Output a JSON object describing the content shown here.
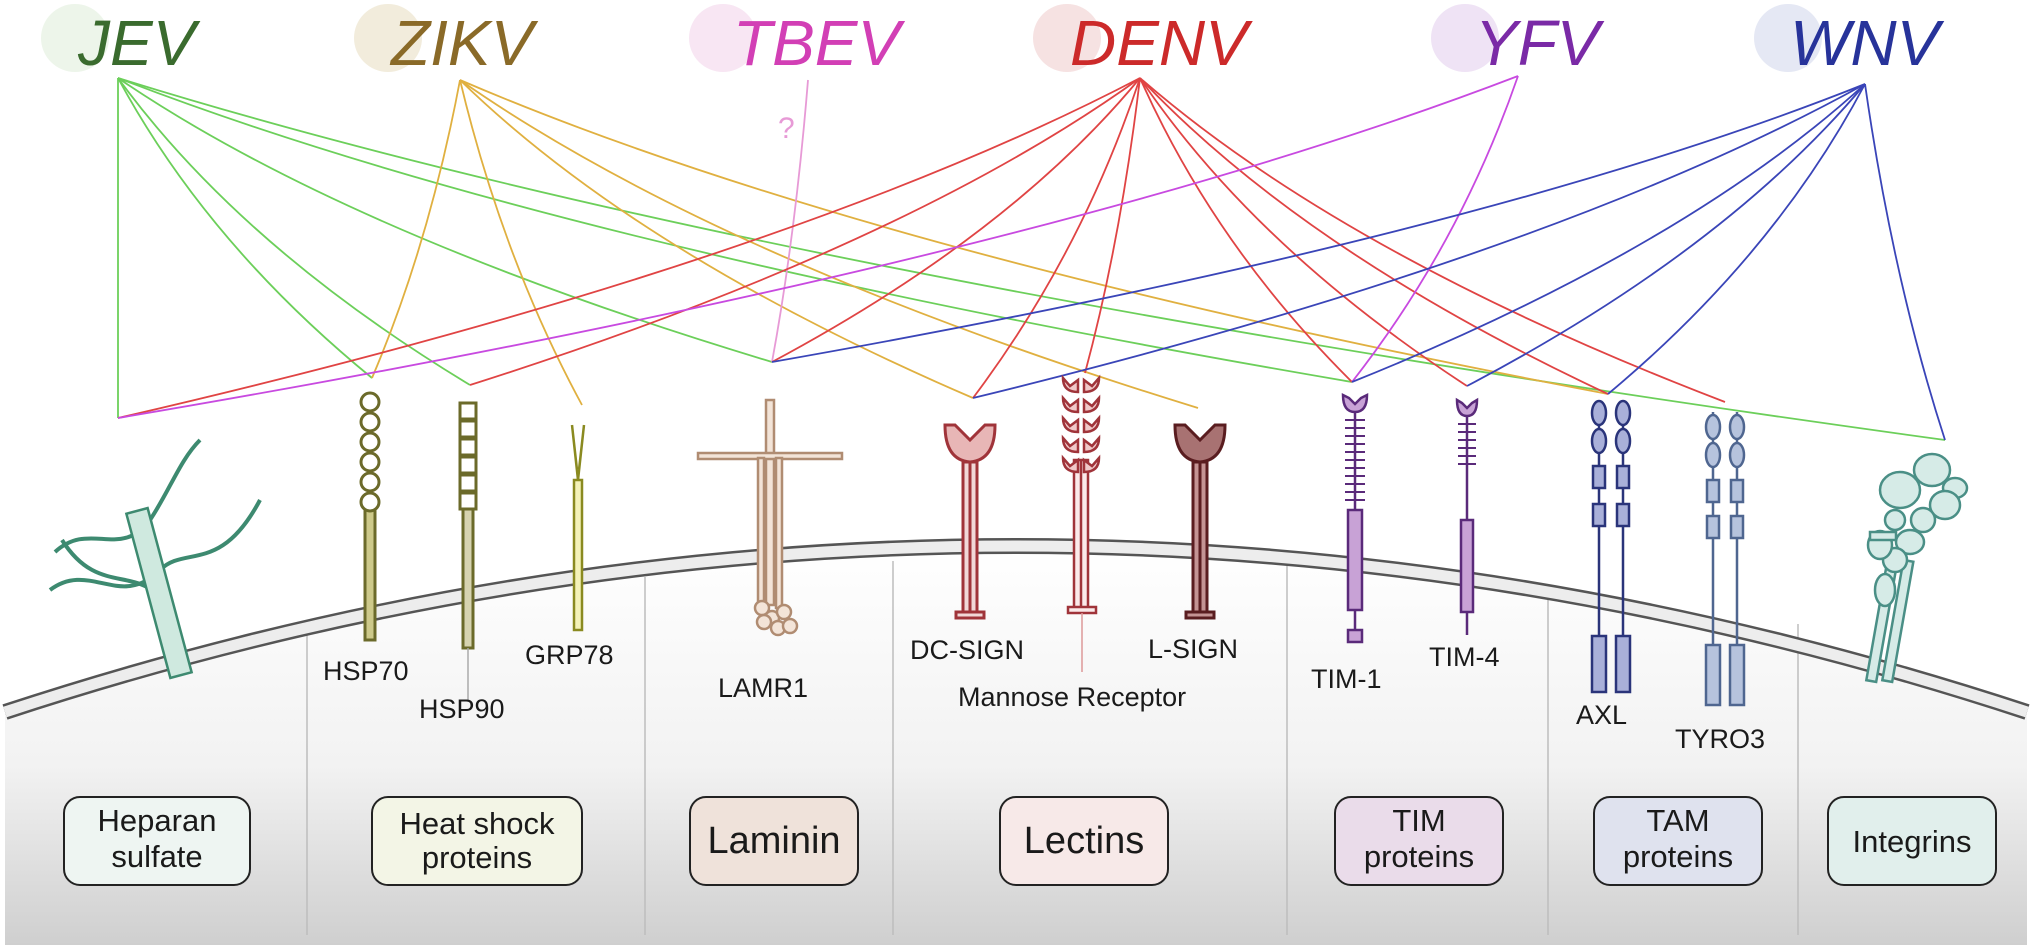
{
  "viruses": [
    {
      "name": "JEV",
      "color": "#3a6b2e",
      "line": "#6ccf5a"
    },
    {
      "name": "ZIKV",
      "color": "#8a6a28",
      "line": "#e0b040"
    },
    {
      "name": "TBEV",
      "color": "#d23fb5",
      "line": "#e79ad6"
    },
    {
      "name": "DENV",
      "color": "#cc2a2a",
      "line": "#e04444"
    },
    {
      "name": "YFV",
      "color": "#7a2aa6",
      "line": "#c84ae0"
    },
    {
      "name": "WNV",
      "color": "#27339a",
      "line": "#3a45b8"
    }
  ],
  "question_mark": "?",
  "receptors": {
    "hsp70": "HSP70",
    "hsp90": "HSP90",
    "grp78": "GRP78",
    "lamr1": "LAMR1",
    "dcsign": "DC-SIGN",
    "mannose": "Mannose Receptor",
    "lsign": "L-SIGN",
    "tim1": "TIM-1",
    "tim4": "TIM-4",
    "axl": "AXL",
    "tyro3": "TYRO3"
  },
  "families": [
    {
      "lines": [
        "Heparan",
        "sulfate"
      ],
      "fill": "#eef5f2"
    },
    {
      "lines": [
        "Heat shock",
        "proteins"
      ],
      "fill": "#f3f5e6"
    },
    {
      "lines": [
        "Laminin"
      ],
      "fill": "#efe2da"
    },
    {
      "lines": [
        "Lectins"
      ],
      "fill": "#f7e9e8"
    },
    {
      "lines": [
        "TIM",
        "proteins"
      ],
      "fill": "#eadcea"
    },
    {
      "lines": [
        "TAM",
        "proteins"
      ],
      "fill": "#dfe2ee"
    },
    {
      "lines": [
        "Integrins"
      ],
      "fill": "#e1efec"
    }
  ]
}
